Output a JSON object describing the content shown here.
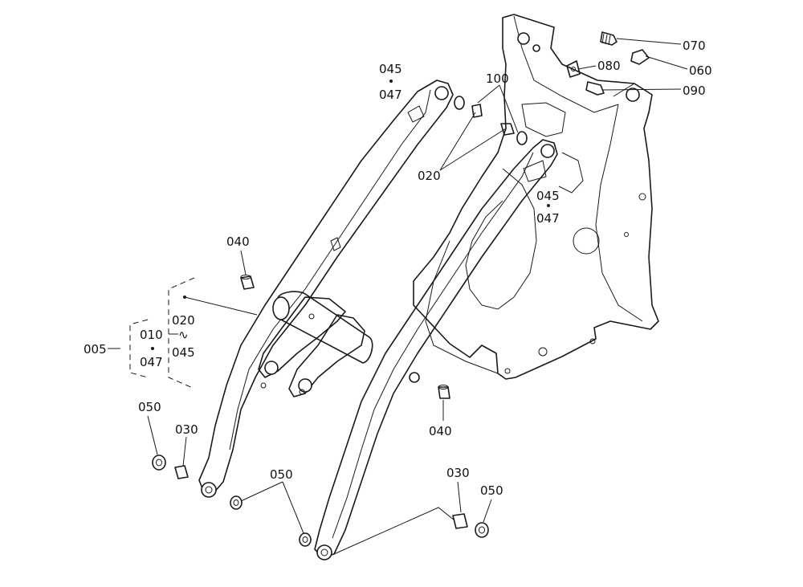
{
  "labels": {
    "p070": "070",
    "p060": "060",
    "p080": "080",
    "p090": "090",
    "p100": "100",
    "p020_top": "020",
    "p045_top": "045",
    "p047_top": "047",
    "p045_right": "045",
    "p047_right": "047",
    "p040_left": "040",
    "p040_right": "040",
    "p005": "005",
    "p010": "010",
    "p047_group": "047",
    "p020_group": "020",
    "p045_group": "045",
    "range_mark": "∿",
    "p050_left": "050",
    "p030_left": "030",
    "p050_mid": "050",
    "p030_right": "030",
    "p050_right": "050"
  }
}
